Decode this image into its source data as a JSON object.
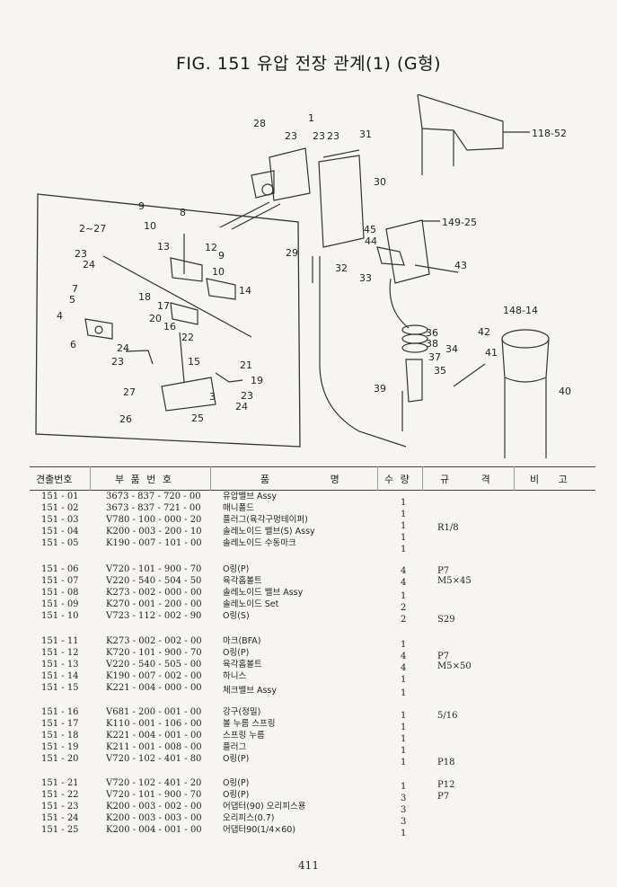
{
  "title": "FIG. 151 유압 전장 관계(1) (G형)",
  "diagram": {
    "callouts": [
      "1",
      "23",
      "23",
      "23",
      "31",
      "28",
      "118-52",
      "30",
      "2~27",
      "9",
      "8",
      "10",
      "13",
      "12",
      "9",
      "23",
      "24",
      "7",
      "5",
      "6",
      "4",
      "10",
      "14",
      "18",
      "17",
      "16",
      "20",
      "22",
      "24",
      "23",
      "15",
      "21",
      "19",
      "23",
      "27",
      "3",
      "24",
      "26",
      "25",
      "45",
      "44",
      "149-25",
      "29",
      "32",
      "33",
      "43",
      "148-14",
      "42",
      "41",
      "36",
      "38",
      "34",
      "37",
      "35",
      "39",
      "40"
    ]
  },
  "table": {
    "headers": [
      "견출번호",
      "부 품 번 호",
      "품 명",
      "수 량",
      "규 격",
      "비 고"
    ],
    "rows": [
      {
        "no": "151 - 01",
        "part": "3673 - 837 - 720 - 00",
        "name": "유압밸브 Assy",
        "qty": "1",
        "spec": ""
      },
      {
        "no": "151 - 02",
        "part": "3673 - 837 - 721 - 00",
        "name": "매니폴드",
        "qty": "1",
        "spec": ""
      },
      {
        "no": "151 - 03",
        "part": "V780 - 100 - 000 - 20",
        "name": "플러그(육각구멍테이퍼)",
        "qty": "1",
        "spec": "R1/8"
      },
      {
        "no": "151 - 04",
        "part": "K200 - 003 - 200 - 10",
        "name": "솔레노이드 밸브(S) Assy",
        "qty": "1",
        "spec": ""
      },
      {
        "no": "151 - 05",
        "part": "K190 - 007 - 101 - 00",
        "name": "솔레노이드 수동마크",
        "qty": "1",
        "spec": ""
      },
      {
        "no": "151 - 06",
        "part": "V720 - 101 - 900 - 70",
        "name": "O링(P)",
        "qty": "4",
        "spec": "P7"
      },
      {
        "no": "151 - 07",
        "part": "V220 - 540 - 504 - 50",
        "name": "육각홈볼트",
        "qty": "4",
        "spec": "M5×45"
      },
      {
        "no": "151 - 08",
        "part": "K273 - 002 - 000 - 00",
        "name": "솔레노이드 밸브 Assy",
        "qty": "1",
        "spec": ""
      },
      {
        "no": "151 - 09",
        "part": "K270 - 001 - 200 - 00",
        "name": "솔레노이드 Set",
        "qty": "2",
        "spec": ""
      },
      {
        "no": "151 - 10",
        "part": "V723 - 112 - 002 - 90",
        "name": "O링(S)",
        "qty": "2",
        "spec": "S29"
      },
      {
        "no": "151 - 11",
        "part": "K273 - 002 - 002 - 00",
        "name": "마크(BFA)",
        "qty": "1",
        "spec": ""
      },
      {
        "no": "151 - 12",
        "part": "K720 - 101 - 900 - 70",
        "name": "O링(P)",
        "qty": "4",
        "spec": "P7"
      },
      {
        "no": "151 - 13",
        "part": "V220 - 540 - 505 - 00",
        "name": "육각홈볼트",
        "qty": "4",
        "spec": "M5×50"
      },
      {
        "no": "151 - 14",
        "part": "K190 - 007 - 002 - 00",
        "name": "하니스",
        "qty": "1",
        "spec": ""
      },
      {
        "no": "151 - 15",
        "part": "K221 - 004 - 000 - 00",
        "name": "체크밸브 Assy",
        "qty": "1",
        "spec": ""
      },
      {
        "no": "151 - 16",
        "part": "V681 - 200 - 001 - 00",
        "name": "강구(정밀)",
        "qty": "1",
        "spec": "5/16"
      },
      {
        "no": "151 - 17",
        "part": "K110 - 001 - 106 - 00",
        "name": "볼 누름 스프링",
        "qty": "1",
        "spec": ""
      },
      {
        "no": "151 - 18",
        "part": "K221 - 004 - 001 - 00",
        "name": "스프링 누름",
        "qty": "1",
        "spec": ""
      },
      {
        "no": "151 - 19",
        "part": "K211 - 001 - 008 - 00",
        "name": "플러그",
        "qty": "1",
        "spec": ""
      },
      {
        "no": "151 - 20",
        "part": "V720 - 102 - 401 - 80",
        "name": "O링(P)",
        "qty": "1",
        "spec": "P18"
      },
      {
        "no": "151 - 21",
        "part": "V720 - 102 - 401 - 20",
        "name": "O링(P)",
        "qty": "1",
        "spec": "P12"
      },
      {
        "no": "151 - 22",
        "part": "V720 - 101 - 900 - 70",
        "name": "O링(P)",
        "qty": "3",
        "spec": "P7"
      },
      {
        "no": "151 - 23",
        "part": "K200 - 003 - 002 - 00",
        "name": "어댑터(90) 오리피스용",
        "qty": "3",
        "spec": ""
      },
      {
        "no": "151 - 24",
        "part": "K200 - 003 - 003 - 00",
        "name": "오리피스(0.7)",
        "qty": "3",
        "spec": ""
      },
      {
        "no": "151 - 25",
        "part": "K200 - 004 - 001 - 00",
        "name": "어댑터90(1/4×60)",
        "qty": "1",
        "spec": ""
      }
    ]
  },
  "page_number": "411"
}
